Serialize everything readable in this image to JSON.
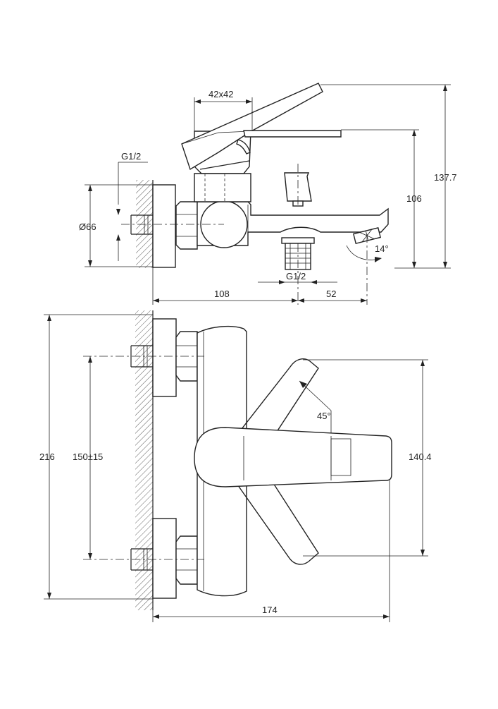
{
  "dimensions": {
    "handle_size": "42x42",
    "inlet_thread_top": "G1/2",
    "diameter": "Ø66",
    "height_overall": "137.7",
    "height_spout": "106",
    "outlet_thread": "G1/2",
    "depth_to_outlet": "108",
    "outlet_offset": "52",
    "tilt_angle": "14°",
    "overall_height_front": "216",
    "inlet_spacing": "150±15",
    "handle_span": "140.4",
    "handle_rotation": "45°",
    "overall_width": "174"
  }
}
